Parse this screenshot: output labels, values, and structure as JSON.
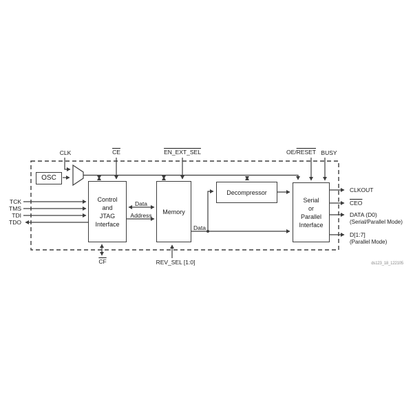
{
  "diagram": {
    "figure_id": "ds123_18_122105",
    "blocks": {
      "osc": "OSC",
      "control": [
        "Control",
        "and",
        "JTAG",
        "Interface"
      ],
      "memory": "Memory",
      "decompressor": "Decompressor",
      "serial": [
        "Serial",
        "or",
        "Parallel",
        "Interface"
      ]
    },
    "top": {
      "clk": "CLK",
      "ce": "CE",
      "en_ext_sel": "EN_EXT_SEL",
      "oe": "OE/",
      "reset": "RESET",
      "busy": "BUSY"
    },
    "left": {
      "tck": "TCK",
      "tms": "TMS",
      "tdi": "TDI",
      "tdo": "TDO"
    },
    "bottom": {
      "cf": "CF",
      "rev_sel": "REV_SEL [1:0]"
    },
    "buses": {
      "data_cm": "Data",
      "address": "Address",
      "data_ms": "Data"
    },
    "right": {
      "clkout": "CLKOUT",
      "ceo": "CEO",
      "data": "DATA (D0)",
      "data_sub": "(Serial/Parallel Mode)",
      "d17": "D[1:7]",
      "d17_sub": "(Parallel Mode)"
    },
    "colors": {
      "line": "#3d3d3d",
      "text": "#1a1a1a"
    }
  }
}
